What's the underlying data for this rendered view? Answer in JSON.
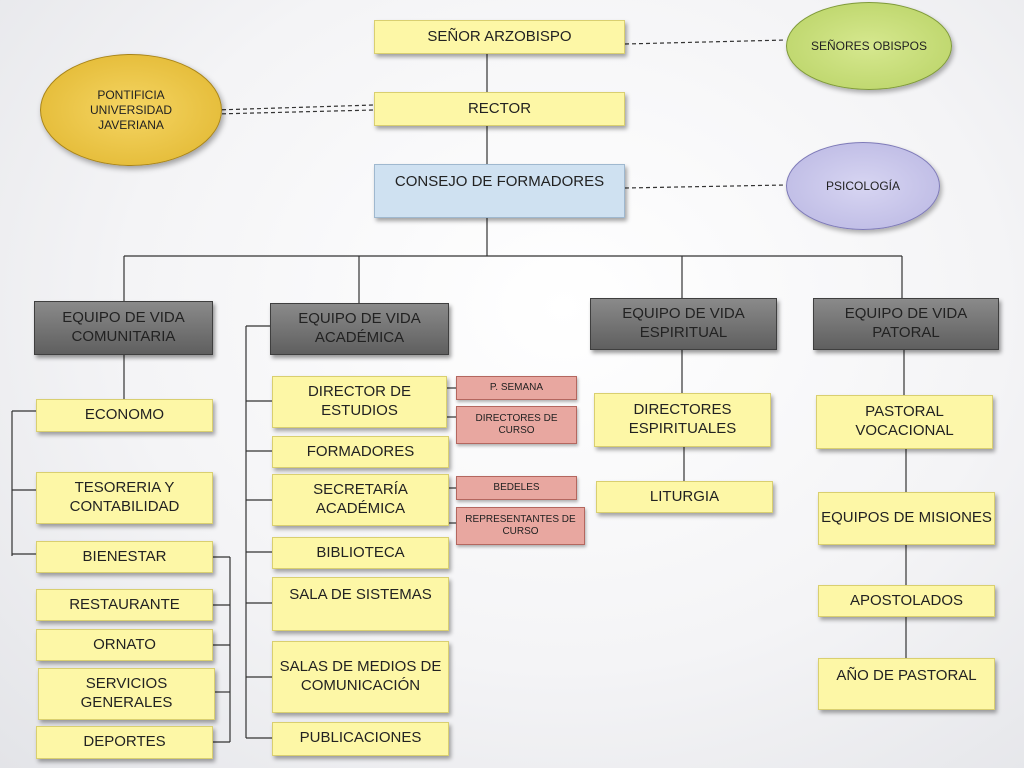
{
  "top": {
    "arzobispo": "SEÑOR ARZOBISPO",
    "rector": "RECTOR",
    "consejo": "CONSEJO DE FORMADORES"
  },
  "side": {
    "obispos": "SEÑORES OBISPOS",
    "javeriana": "PONTIFICIA UNIVERSIDAD JAVERIANA",
    "psicologia": "PSICOLOGÍA"
  },
  "teams": {
    "comunitaria": "EQUIPO DE VIDA COMUNITARIA",
    "academica": "EQUIPO DE VIDA ACADÉMICA",
    "espiritual": "EQUIPO DE VIDA ESPIRITUAL",
    "pastoral": "EQUIPO DE VIDA PATORAL"
  },
  "comunitaria": {
    "economo": "ECONOMO",
    "tesoreria": "TESORERIA Y CONTABILIDAD",
    "bienestar": "BIENESTAR",
    "restaurante": "RESTAURANTE",
    "ornato": "ORNATO",
    "servicios": "SERVICIOS GENERALES",
    "deportes": "DEPORTES"
  },
  "academica": {
    "director": "DIRECTOR DE ESTUDIOS",
    "formadores": "FORMADORES",
    "secretaria": "SECRETARÍA ACADÉMICA",
    "biblioteca": "BIBLIOTECA",
    "sistemas": "SALA DE SISTEMAS",
    "medios": "SALAS DE MEDIOS DE COMUNICACIÓN",
    "publicaciones": "PUBLICACIONES",
    "semana": "P. SEMANA",
    "directores_curso": "DIRECTORES DE CURSO",
    "bedeles": "BEDELES",
    "representantes": "REPRESENTANTES DE CURSO"
  },
  "espiritual": {
    "directores": "DIRECTORES ESPIRITUALES",
    "liturgia": "LITURGIA"
  },
  "pastoral": {
    "vocacional": "PASTORAL VOCACIONAL",
    "misiones": "EQUIPOS DE MISIONES",
    "apostolados": "APOSTOLADOS",
    "anio": "AÑO DE PASTORAL"
  }
}
